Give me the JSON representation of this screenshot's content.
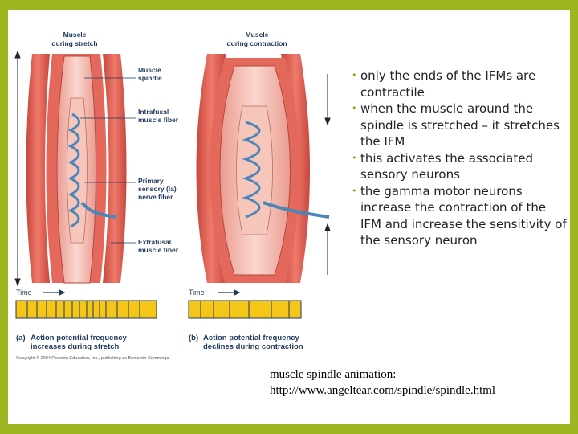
{
  "figure": {
    "panel_a_title": "Muscle\nduring stretch",
    "panel_b_title": "Muscle\nduring contraction",
    "callouts": {
      "muscle_spindle": "Muscle\nspindle",
      "intrafusal": "Intrafusal\nmuscle fiber",
      "primary_sensory": "Primary\nsensory (Ia)\nnerve fiber",
      "extrafusal": "Extrafusal\nmuscle fiber"
    },
    "time_label": "Time",
    "caption_a_letter": "(a)",
    "caption_a": "Action potential frequency\nincreases during stretch",
    "caption_b_letter": "(b)",
    "caption_b": "Action potential frequency\ndeclines during contraction",
    "copyright": "Copyright © 2004 Pearson Education, Inc., publishing as Benjamin Cummings.",
    "colors": {
      "muscle": "#d9534a",
      "spindle": "#f2b8ad",
      "nerve": "#4a86b8",
      "bar": "#f5c518",
      "frame": "#9fb51f"
    }
  },
  "bullets": [
    "only the ends of the IFMs are contractile",
    "when the muscle around the spindle is stretched – it stretches the IFM",
    "this activates the associated sensory neurons",
    "the gamma motor neurons increase the contraction of the IFM and increase the sensitivity of the sensory neuron"
  ],
  "link": {
    "label": "muscle spindle animation:",
    "url": "http://www.angeltear.com/spindle/spindle.html"
  }
}
